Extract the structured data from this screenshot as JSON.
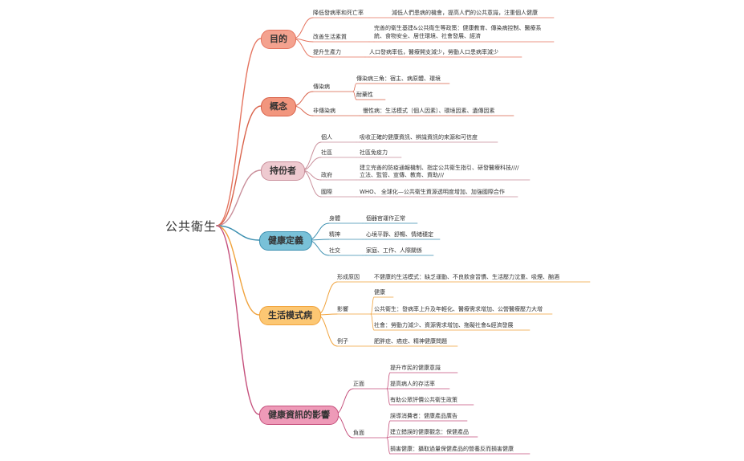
{
  "root": "公共衛生",
  "topics": [
    {
      "key": "purpose",
      "label": "目的",
      "color": "#e5745f",
      "bg": "#f4a28f",
      "children": [
        {
          "label": "降低發病率和死亡率",
          "details": [
            "減低人們患病的機會，提高人們的公共意識，注重個人健康"
          ]
        },
        {
          "label": "改善生活素質",
          "details": [
            "完善的衛生基建&公共衛生等政策：健康教育、傳染病控制、醫療系",
            "統、食物安全、居住環境、社會發展、經濟"
          ]
        },
        {
          "label": "提升生產力",
          "details": [
            "人口發病率低，醫療開支減少，勞動人口患病率減少"
          ]
        }
      ]
    },
    {
      "key": "concept",
      "label": "概念",
      "color": "#d9624a",
      "bg": "#f2967e",
      "children": [
        {
          "label": "傳染病",
          "details": [
            "傳染病三角：宿主、病原體、環境",
            "耐藥性"
          ]
        },
        {
          "label": "非傳染病",
          "details": [
            "慢性病：生活模式〔個人因素〕、環境因素、遺傳因素"
          ]
        }
      ]
    },
    {
      "key": "stakeholders",
      "label": "持份者",
      "color": "#c98e9a",
      "bg": "#eecad0",
      "children": [
        {
          "label": "個人",
          "details": [
            "吸收正確的健康資訊、辨識資訊的來源和可信度"
          ]
        },
        {
          "label": "社區",
          "details": [
            "社區免疫力"
          ]
        },
        {
          "label": "政府",
          "details": [
            "建立完善的防疫通報機制、指定公共衛生指引、研發醫療科技////",
            "立法、監管、宣傳、教育、資助///"
          ]
        },
        {
          "label": "國際",
          "details": [
            "WHO、 全球化—公共衛生資源透明度增加、加強國際合作"
          ]
        }
      ]
    },
    {
      "key": "health",
      "label": "健康定義",
      "color": "#3b8fb0",
      "bg": "#79c1d8",
      "children": [
        {
          "label": "身體",
          "details": [
            "個器官運作正常"
          ]
        },
        {
          "label": "精神",
          "details": [
            "心境平靜、舒暢、情緒穩定"
          ]
        },
        {
          "label": "社交",
          "details": [
            "家庭、工作、人際關係"
          ]
        }
      ]
    },
    {
      "key": "lifestyle",
      "label": "生活模式病",
      "color": "#f0a23b",
      "bg": "#fcc773",
      "children": [
        {
          "label": "形成原因",
          "details": [
            "不健康的生活模式：缺乏運動、不良飲食習慣、生活壓力沈重、吸煙、酗酒"
          ]
        },
        {
          "label": "影響",
          "details": [
            "健康",
            "公共衛生：發病率上升及年輕化、醫療需求增加、公營醫療壓力大增",
            "社會：勞動力減少、資源需求增加、拖礙社會&經濟發展"
          ]
        },
        {
          "label": "例子",
          "details": [
            "肥胖症、癌症、精神健康問題"
          ]
        }
      ]
    },
    {
      "key": "media",
      "label": "健康資訊的影響",
      "color": "#c5507c",
      "bg": "#ee9ab8",
      "children": [
        {
          "label": "正面",
          "details": [
            "提升市民的健康意識",
            "提高病人的存活率",
            "有助公眾評價公共衛生政策"
          ]
        },
        {
          "label": "負面",
          "details": [
            "誤導消費者：健康產品廣告",
            "建立錯誤的健康觀念：保健產品",
            "損害健康：攝取過量保健產品的營養反而損害健康"
          ]
        }
      ]
    }
  ]
}
